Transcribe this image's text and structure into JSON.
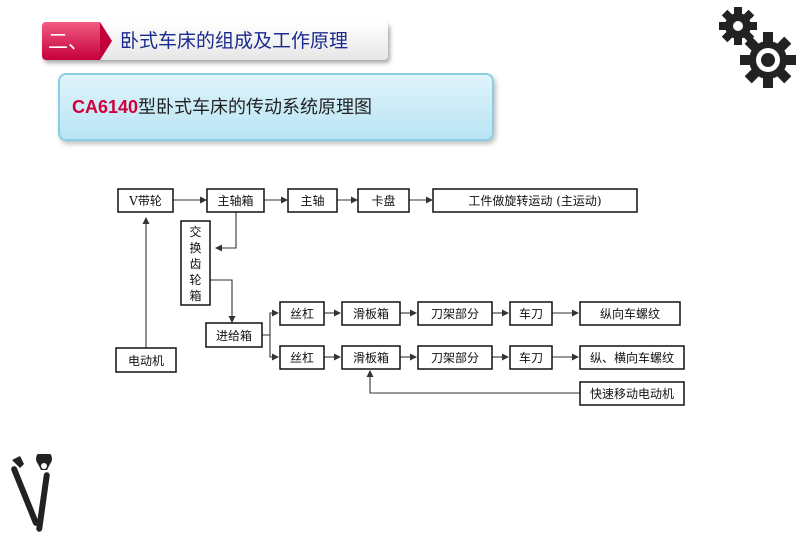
{
  "header": {
    "section_no": "二、",
    "section_title": "卧式车床的组成及工作原理"
  },
  "subtitle": {
    "model": "CA6140",
    "text": "型卧式车床的传动系统原理图"
  },
  "icons": [
    "gears-icon",
    "wrenches-icon"
  ],
  "colors": {
    "accent": "#d0003a",
    "title_text": "#1a2a8c",
    "sub_box": "#c6ebf7"
  },
  "diagram": {
    "nodes": {
      "belt": "V带轮",
      "headstock": "主轴箱",
      "spindle": "主轴",
      "chuck": "卡盘",
      "main_motion": "工件做旋转运动 (主运动)",
      "gearbox": [
        "交",
        "换",
        "齿",
        "轮",
        "箱"
      ],
      "motor": "电动机",
      "feedbox": "进给箱",
      "screw1": "丝杠",
      "apron1": "滑板箱",
      "carriage1": "刀架部分",
      "tool1": "车刀",
      "thread1": "纵向车螺纹",
      "screw2": "丝杠",
      "apron2": "滑板箱",
      "carriage2": "刀架部分",
      "tool2": "车刀",
      "thread2": "纵、横向车螺纹",
      "rapid_motor": "快速移动电动机"
    }
  }
}
